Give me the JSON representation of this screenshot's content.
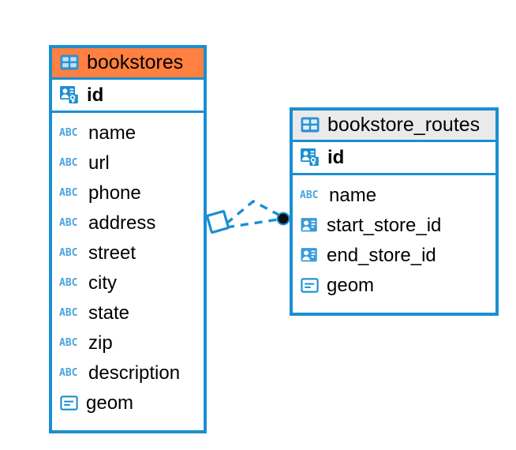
{
  "diagram": {
    "title": "bookstores-bookstore_routes-erd",
    "background_color": "#ffffff",
    "accent_color": "#1a8fd0",
    "selected_header_color": "#ff8040",
    "plain_header_color": "#eaeaea",
    "text_color": "#000000"
  },
  "entities": [
    {
      "name": "bookstores",
      "selected": true,
      "header_icon": "table-icon",
      "primary_key": {
        "label": "id",
        "icon": "primary-key-icon"
      },
      "fields": [
        {
          "label": "name",
          "icon": "text-abc-icon"
        },
        {
          "label": "url",
          "icon": "text-abc-icon"
        },
        {
          "label": "phone",
          "icon": "text-abc-icon"
        },
        {
          "label": "address",
          "icon": "text-abc-icon"
        },
        {
          "label": "street",
          "icon": "text-abc-icon"
        },
        {
          "label": "city",
          "icon": "text-abc-icon"
        },
        {
          "label": "state",
          "icon": "text-abc-icon"
        },
        {
          "label": "zip",
          "icon": "text-abc-icon"
        },
        {
          "label": "description",
          "icon": "text-abc-icon"
        },
        {
          "label": "geom",
          "icon": "geometry-icon"
        }
      ]
    },
    {
      "name": "bookstore_routes",
      "selected": false,
      "header_icon": "table-icon",
      "primary_key": {
        "label": "id",
        "icon": "primary-key-icon"
      },
      "fields": [
        {
          "label": "name",
          "icon": "text-abc-icon"
        },
        {
          "label": "start_store_id",
          "icon": "foreign-key-icon"
        },
        {
          "label": "end_store_id",
          "icon": "foreign-key-icon"
        },
        {
          "label": "geom",
          "icon": "geometry-icon"
        }
      ]
    }
  ],
  "relationship": {
    "style": "dashed",
    "color": "#1a8fd0",
    "source_endpoint": "diamond",
    "target_endpoint": "filled-circle",
    "target_endpoint_color": "#000000"
  }
}
